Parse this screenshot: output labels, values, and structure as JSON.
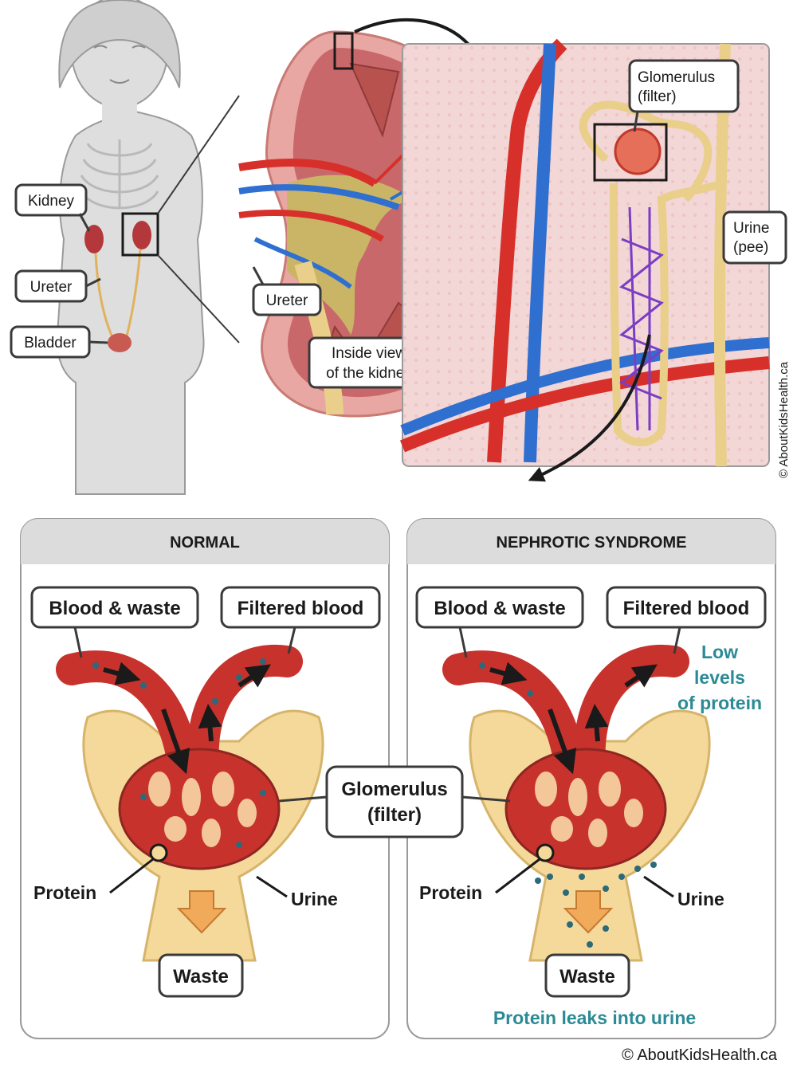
{
  "top": {
    "kidney_label": "Kidney",
    "ureter_label": "Ureter",
    "bladder_label": "Bladder",
    "ureter_label_2": "Ureter",
    "inside_view_line1": "Inside view",
    "inside_view_line2": "of the kidney",
    "glomerulus_line1": "Glomerulus",
    "glomerulus_line2": "(filter)",
    "urine_line1": "Urine",
    "urine_line2": "(pee)",
    "side_credit": "© AboutKidsHealth.ca"
  },
  "panels": [
    {
      "title": "NORMAL",
      "blood_waste": "Blood & waste",
      "filtered_blood": "Filtered blood",
      "protein": "Protein",
      "urine": "Urine",
      "waste": "Waste"
    },
    {
      "title": "NEPHROTIC SYNDROME",
      "blood_waste": "Blood & waste",
      "filtered_blood": "Filtered blood",
      "low_protein_line1": "Low",
      "low_protein_line2": "levels",
      "low_protein_line3": "of protein",
      "protein": "Protein",
      "urine": "Urine",
      "waste": "Waste",
      "leak_note": "Protein leaks into urine"
    }
  ],
  "center": {
    "glomerulus_line1": "Glomerulus",
    "glomerulus_line2": "(filter)"
  },
  "footer_credit": "© AboutKidsHealth.ca",
  "colors": {
    "artery": "#d7302a",
    "vein": "#2f6fd0",
    "tubule": "#f0d9a2",
    "capsule": "#f5d99a",
    "protein_dot": "#2b6a7a",
    "accent_teal": "#2a8a95"
  }
}
